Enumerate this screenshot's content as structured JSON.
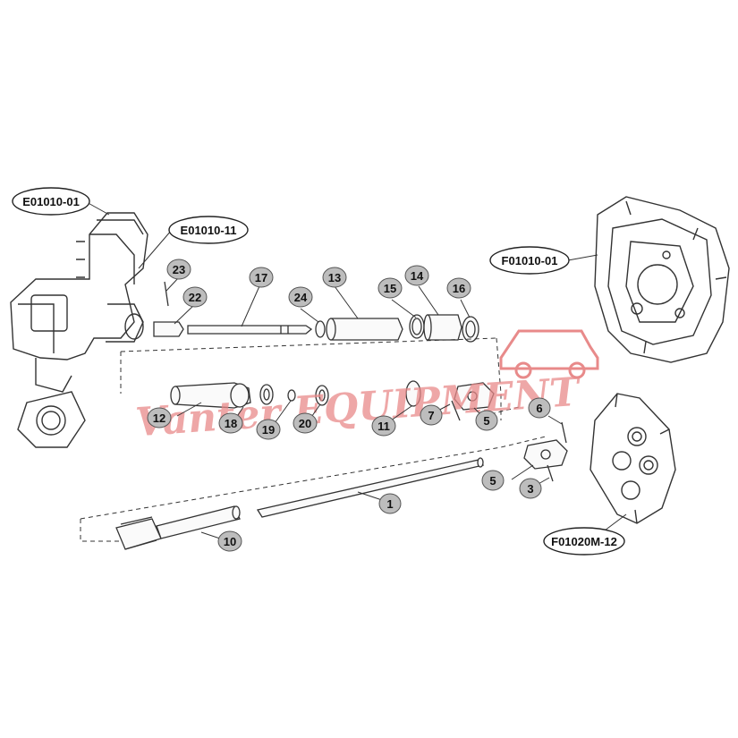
{
  "diagram": {
    "watermark": "Vanter EQUIPMENT",
    "assembly_refs": [
      {
        "id": "ref-e01010-01",
        "text": "E01010-01"
      },
      {
        "id": "ref-e01010-11",
        "text": "E01010-11"
      },
      {
        "id": "ref-f01010-01",
        "text": "F01010-01"
      },
      {
        "id": "ref-f01020m-12",
        "text": "F01020M-12"
      }
    ],
    "part_labels": [
      "23",
      "22",
      "17",
      "24",
      "13",
      "15",
      "14",
      "16",
      "12",
      "18",
      "19",
      "20",
      "11",
      "7",
      "5",
      "6",
      "5",
      "3",
      "1",
      "10"
    ],
    "colors": {
      "line": "#333333",
      "label_fill": "#bdbdbd",
      "watermark": "#e88a8a"
    }
  }
}
